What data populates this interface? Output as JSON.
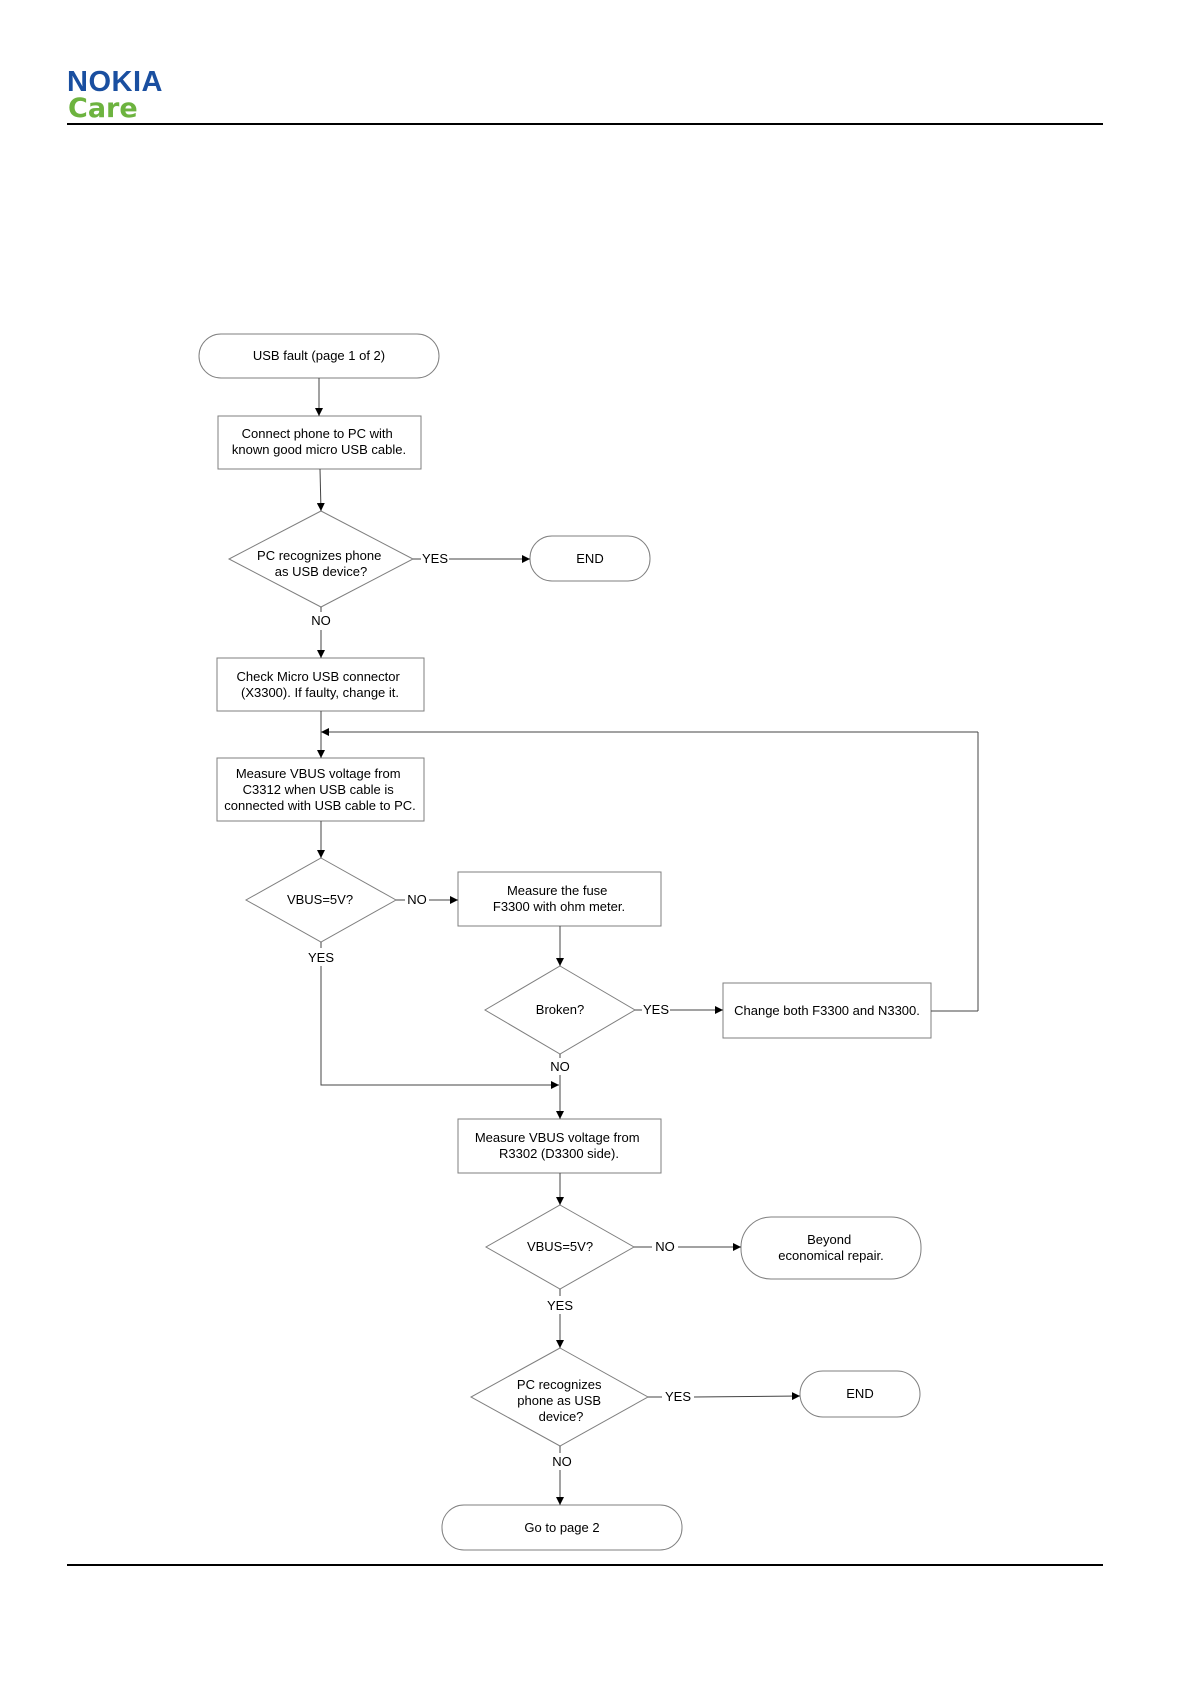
{
  "header": {
    "logo_brand": "NOKIA",
    "logo_sub": "Care",
    "brand_color": "#1a4fa0",
    "care_color": "#6db33f"
  },
  "flowchart": {
    "start": "USB fault (page 1 of 2)",
    "step_connect": [
      "Connect phone to PC with",
      "known good micro USB cable."
    ],
    "decision_recognize_1": [
      "PC recognizes phone",
      "as USB device?"
    ],
    "end_1": "END",
    "step_check_connector": [
      "Check Micro USB connector",
      "(X3300). If faulty, change it."
    ],
    "step_measure_c3312": [
      "Measure VBUS voltage from",
      "C3312 when USB cable is",
      "connected with USB cable to PC."
    ],
    "decision_vbus_1": "VBUS=5V?",
    "step_measure_fuse": [
      "Measure the fuse",
      "F3300 with ohm meter."
    ],
    "decision_broken": "Broken?",
    "step_change": "Change both F3300 and N3300.",
    "step_measure_r3302": [
      "Measure VBUS voltage from",
      "R3302 (D3300 side)."
    ],
    "decision_vbus_2": "VBUS=5V?",
    "terminal_beyond": [
      "Beyond",
      "economical repair."
    ],
    "decision_recognize_2": [
      "PC recognizes",
      "phone as USB",
      "device?"
    ],
    "end_2": "END",
    "terminal_goto": "Go to page 2",
    "labels": {
      "yes": "YES",
      "no": "NO"
    }
  }
}
